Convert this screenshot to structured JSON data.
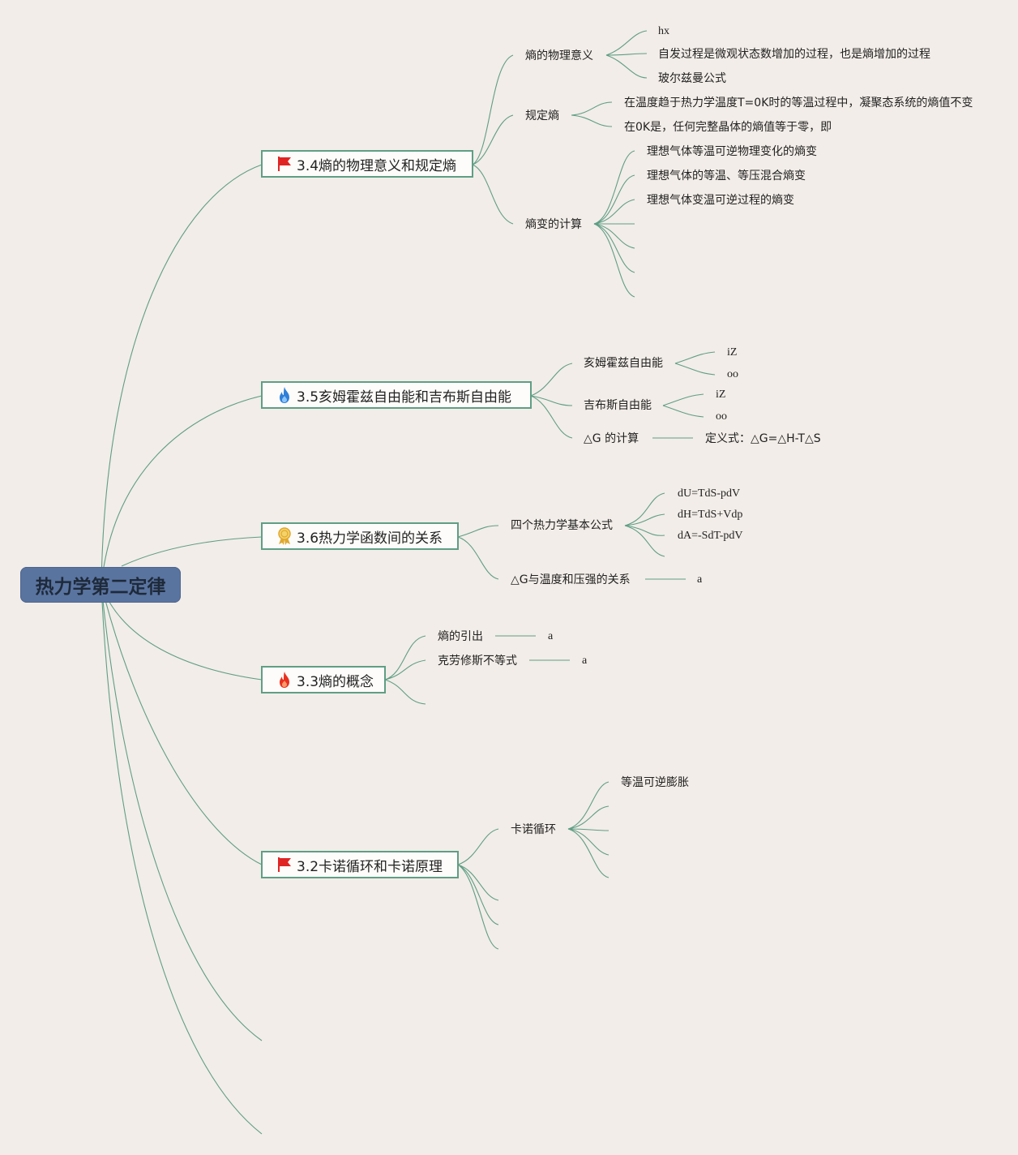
{
  "root": {
    "label": "热力学第二定律"
  },
  "branches": {
    "b34": {
      "icon": "red-flag-icon",
      "label": "3.4熵的物理意义和规定熵",
      "children": {
        "c1": {
          "label": "熵的物理意义",
          "leaves": [
            "hx",
            "自发过程是微观状态数增加的过程，也是熵增加的过程",
            "玻尔兹曼公式"
          ]
        },
        "c2": {
          "label": "规定熵",
          "leaves": [
            "在温度趋于热力学温度T=0K时的等温过程中，凝聚态系统的熵值不变",
            "在0K是，任何完整晶体的熵值等于零，即"
          ]
        },
        "c3": {
          "label": "熵变的计算",
          "leaves": [
            "理想气体等温可逆物理变化的熵变",
            "理想气体的等温、等压混合熵变",
            "理想气体变温可逆过程的熵变"
          ]
        }
      }
    },
    "b35": {
      "icon": "blue-fire-icon",
      "label": "3.5亥姆霍兹自由能和吉布斯自由能",
      "children": {
        "c1": {
          "label": "亥姆霍兹自由能",
          "leaves": [
            "iZ",
            "oo"
          ]
        },
        "c2": {
          "label": "吉布斯自由能",
          "leaves": [
            "iZ",
            "oo"
          ]
        },
        "c3": {
          "label": "△G 的计算",
          "leaves": [
            "定义式：△G=△H-T△S"
          ]
        }
      }
    },
    "b36": {
      "icon": "gold-medal-icon",
      "label": "3.6热力学函数间的关系",
      "children": {
        "c1": {
          "label": "四个热力学基本公式",
          "leaves": [
            "dU=TdS-pdV",
            "dH=TdS+Vdp",
            "dA=-SdT-pdV"
          ]
        },
        "c2": {
          "label": "△G与温度和压强的关系",
          "leaves": [
            "a"
          ]
        }
      }
    },
    "b33": {
      "icon": "red-fire-icon",
      "label": "3.3熵的概念",
      "children": {
        "c1": {
          "label": "熵的引出",
          "leaves": [
            "a"
          ]
        },
        "c2": {
          "label": "克劳修斯不等式",
          "leaves": [
            "a"
          ]
        }
      }
    },
    "b32": {
      "icon": "red-flag-icon",
      "label": "3.2卡诺循环和卡诺原理",
      "children": {
        "c1": {
          "label": "卡诺循环",
          "leaves": [
            "等温可逆膨胀"
          ]
        }
      }
    }
  },
  "colors": {
    "background": "#f2ede8",
    "line": "#5f9e85",
    "root_fill": "#5a74a0",
    "flag_red": "#e02424",
    "fire_blue": "#2f7fd8",
    "fire_red": "#e8311f",
    "medal_gold": "#e0a82e"
  }
}
